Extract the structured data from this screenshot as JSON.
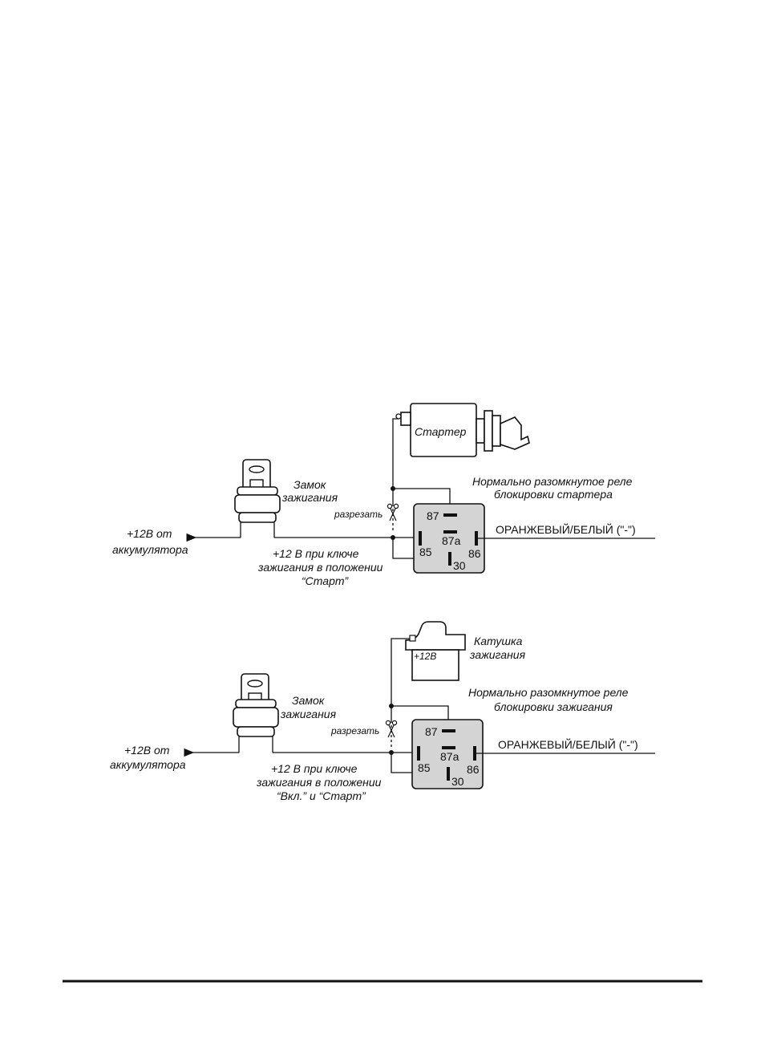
{
  "diagram1": {
    "starter_label": "Стартер",
    "lock_label_1": "Замок",
    "lock_label_2": "зажигания",
    "relay_title_1": "Нормально разомкнутое реле",
    "relay_title_2": "блокировки стартера",
    "cut_label": "разрезать",
    "battery_label_1": "+12В от",
    "battery_label_2": "аккумулятора",
    "key_label_1": "+12 В при ключе",
    "key_label_2": "зажигания в положении",
    "key_label_3": "“Старт”",
    "wire_label": "ОРАНЖЕВЫЙ/БЕЛЫЙ (\"-\")",
    "pins": {
      "p87": "87",
      "p87a": "87a",
      "p85": "85",
      "p86": "86",
      "p30": "30"
    }
  },
  "diagram2": {
    "coil_label_1": "Катушка",
    "coil_label_2": "зажигания",
    "coil_terminal": "+12В",
    "lock_label_1": "Замок",
    "lock_label_2": "зажигания",
    "relay_title_1": "Нормально разомкнутое реле",
    "relay_title_2": "блокировки зажигания",
    "cut_label": "разрезать",
    "battery_label_1": "+12В от",
    "battery_label_2": "аккумулятора",
    "key_label_1": "+12 В при ключе",
    "key_label_2": "зажигания в положении",
    "key_label_3": "“Вкл.” и “Старт”",
    "wire_label": "ОРАНЖЕВЫЙ/БЕЛЫЙ (\"-\")",
    "pins": {
      "p87": "87",
      "p87a": "87a",
      "p85": "85",
      "p86": "86",
      "p30": "30"
    }
  },
  "colors": {
    "relay_fill": "#d4d4d4",
    "line": "#111111"
  }
}
